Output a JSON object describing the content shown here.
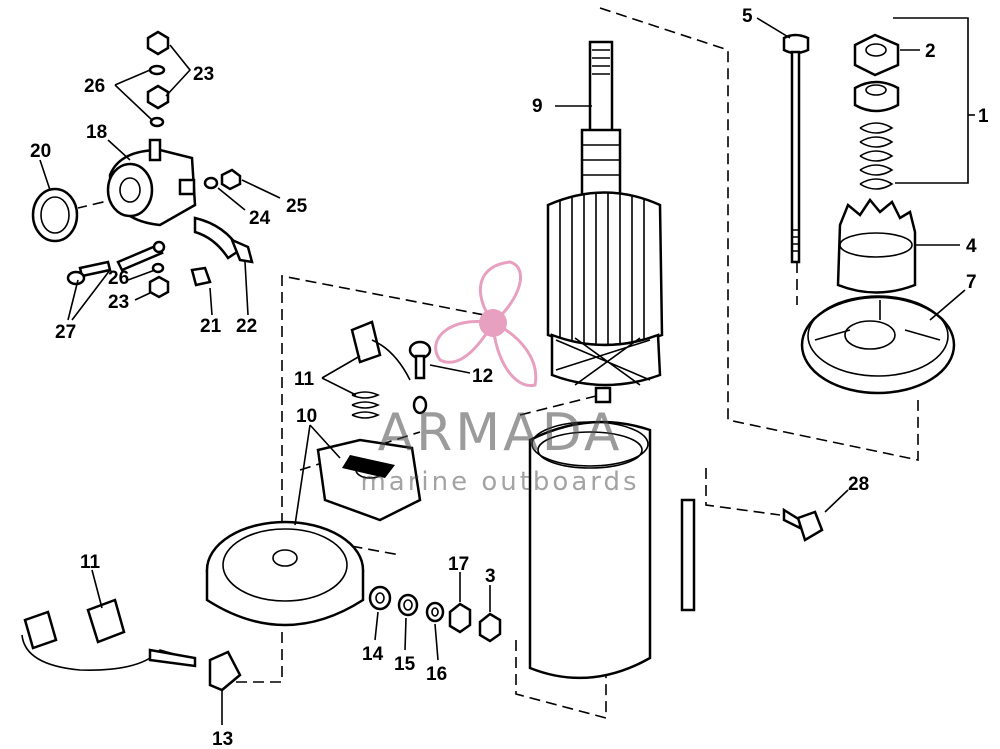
{
  "labels": {
    "p1": "1",
    "p2": "2",
    "p3": "3",
    "p4": "4",
    "p5": "5",
    "p7": "7",
    "p9": "9",
    "p10": "10",
    "p11a": "11",
    "p11b": "11",
    "p12": "12",
    "p13": "13",
    "p14": "14",
    "p15": "15",
    "p16": "16",
    "p17": "17",
    "p18": "18",
    "p20": "20",
    "p21": "21",
    "p22": "22",
    "p23a": "23",
    "p23b": "23",
    "p24": "24",
    "p25": "25",
    "p26a": "26",
    "p26b": "26",
    "p27": "27",
    "p28": "28"
  },
  "watermark": {
    "title": "ARMADA",
    "subtitle": "marine outboards",
    "logo_color": "#e8a0c0"
  },
  "colors": {
    "ink": "#000000",
    "watermark_text": "#4a4a4a"
  }
}
